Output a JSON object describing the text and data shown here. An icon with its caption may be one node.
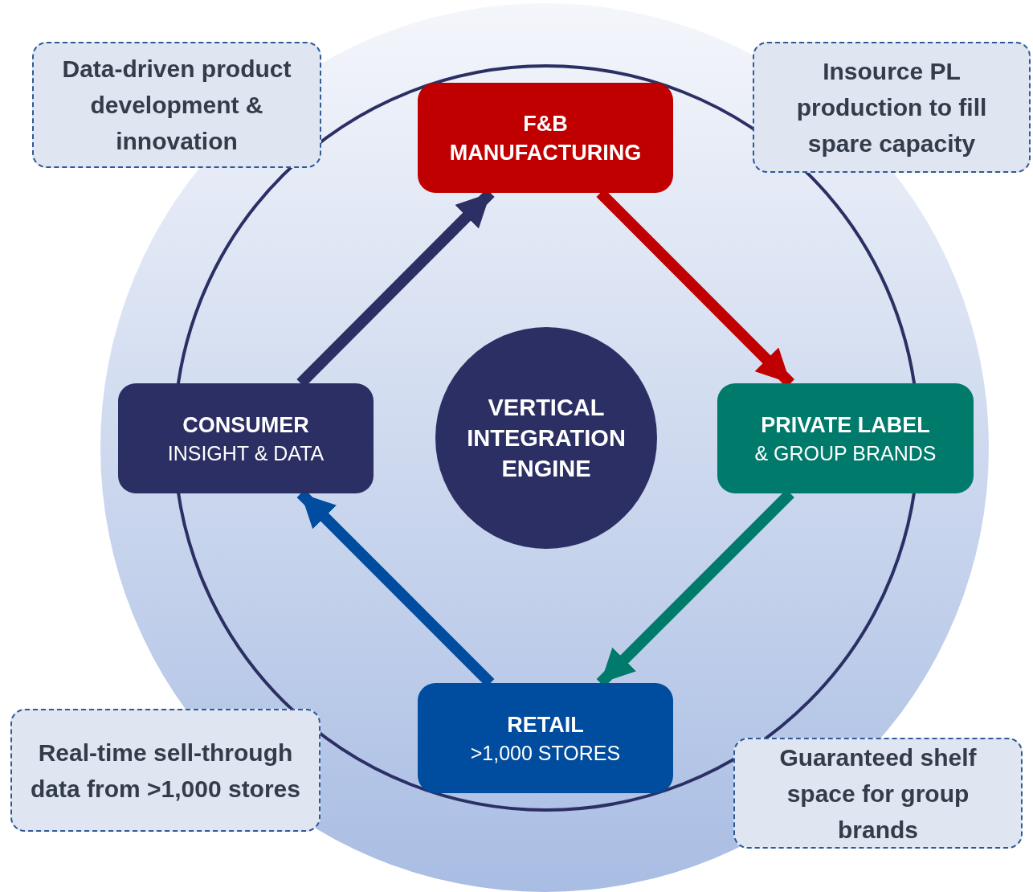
{
  "diagram": {
    "nodes": [
      {
        "text": [
          "F&B MANUFACTURING"
        ]
      },
      {
        "text": [
          "PRIVATE LABEL",
          "& GROUP BRANDS"
        ]
      },
      {
        "text": [
          "RETAIL",
          ">1,000 STORES"
        ]
      },
      {
        "text": [
          "CONSUMER",
          "INSIGHT & DATA"
        ]
      },
      {
        "text": [
          "VERTICAL INTEGRATION ENGINE"
        ]
      },
      {
        "text": [
          "Data-driven product development & innovation"
        ]
      },
      {
        "text": [
          "Insource PL production to fill spare capacity"
        ]
      },
      {
        "text": [
          "Real-time sell-through data from >1,000 stores"
        ]
      },
      {
        "text": [
          "Guaranteed shelf space for group brands"
        ]
      }
    ],
    "edges": [
      {
        "from": 0,
        "to": 1,
        "arrow": "to",
        "color": "#c00000"
      },
      {
        "from": 1,
        "to": 2,
        "arrow": "to",
        "color": "#007a6a"
      },
      {
        "from": 2,
        "to": 3,
        "arrow": "to",
        "color": "#004c9e"
      },
      {
        "from": 3,
        "to": 0,
        "arrow": "to",
        "color": "#2c2f63"
      }
    ]
  }
}
